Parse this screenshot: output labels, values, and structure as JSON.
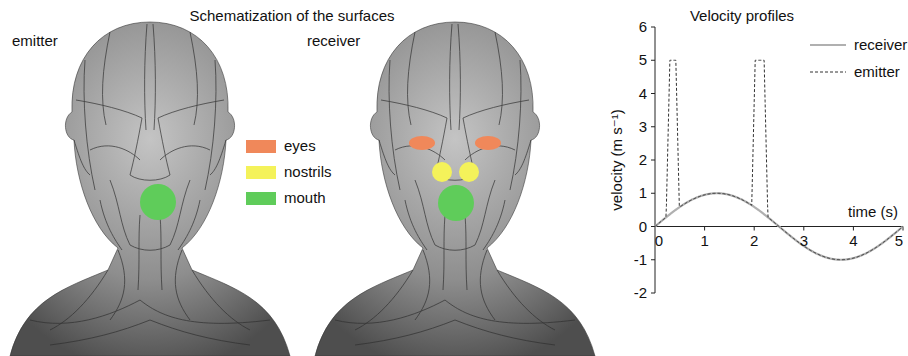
{
  "diagram": {
    "title": "Schematization of the surfaces",
    "labels": [
      "emitter",
      "receiver",
      "Velocity profiles",
      "velocity (m s⁻¹)",
      "time (s)",
      "6",
      "5",
      "4",
      "3",
      "2",
      "1",
      "0",
      "-1",
      "-2",
      "0",
      "1",
      "2",
      "3",
      "4",
      "5"
    ],
    "legend": [
      {
        "text": "eyes",
        "color": "#f0885a"
      },
      {
        "text": "nostrils",
        "color": "#f4f25a"
      },
      {
        "text": "mouth",
        "color": "#5fcc5a"
      },
      {
        "text": "receiver"
      },
      {
        "text": "emitter"
      }
    ]
  }
}
